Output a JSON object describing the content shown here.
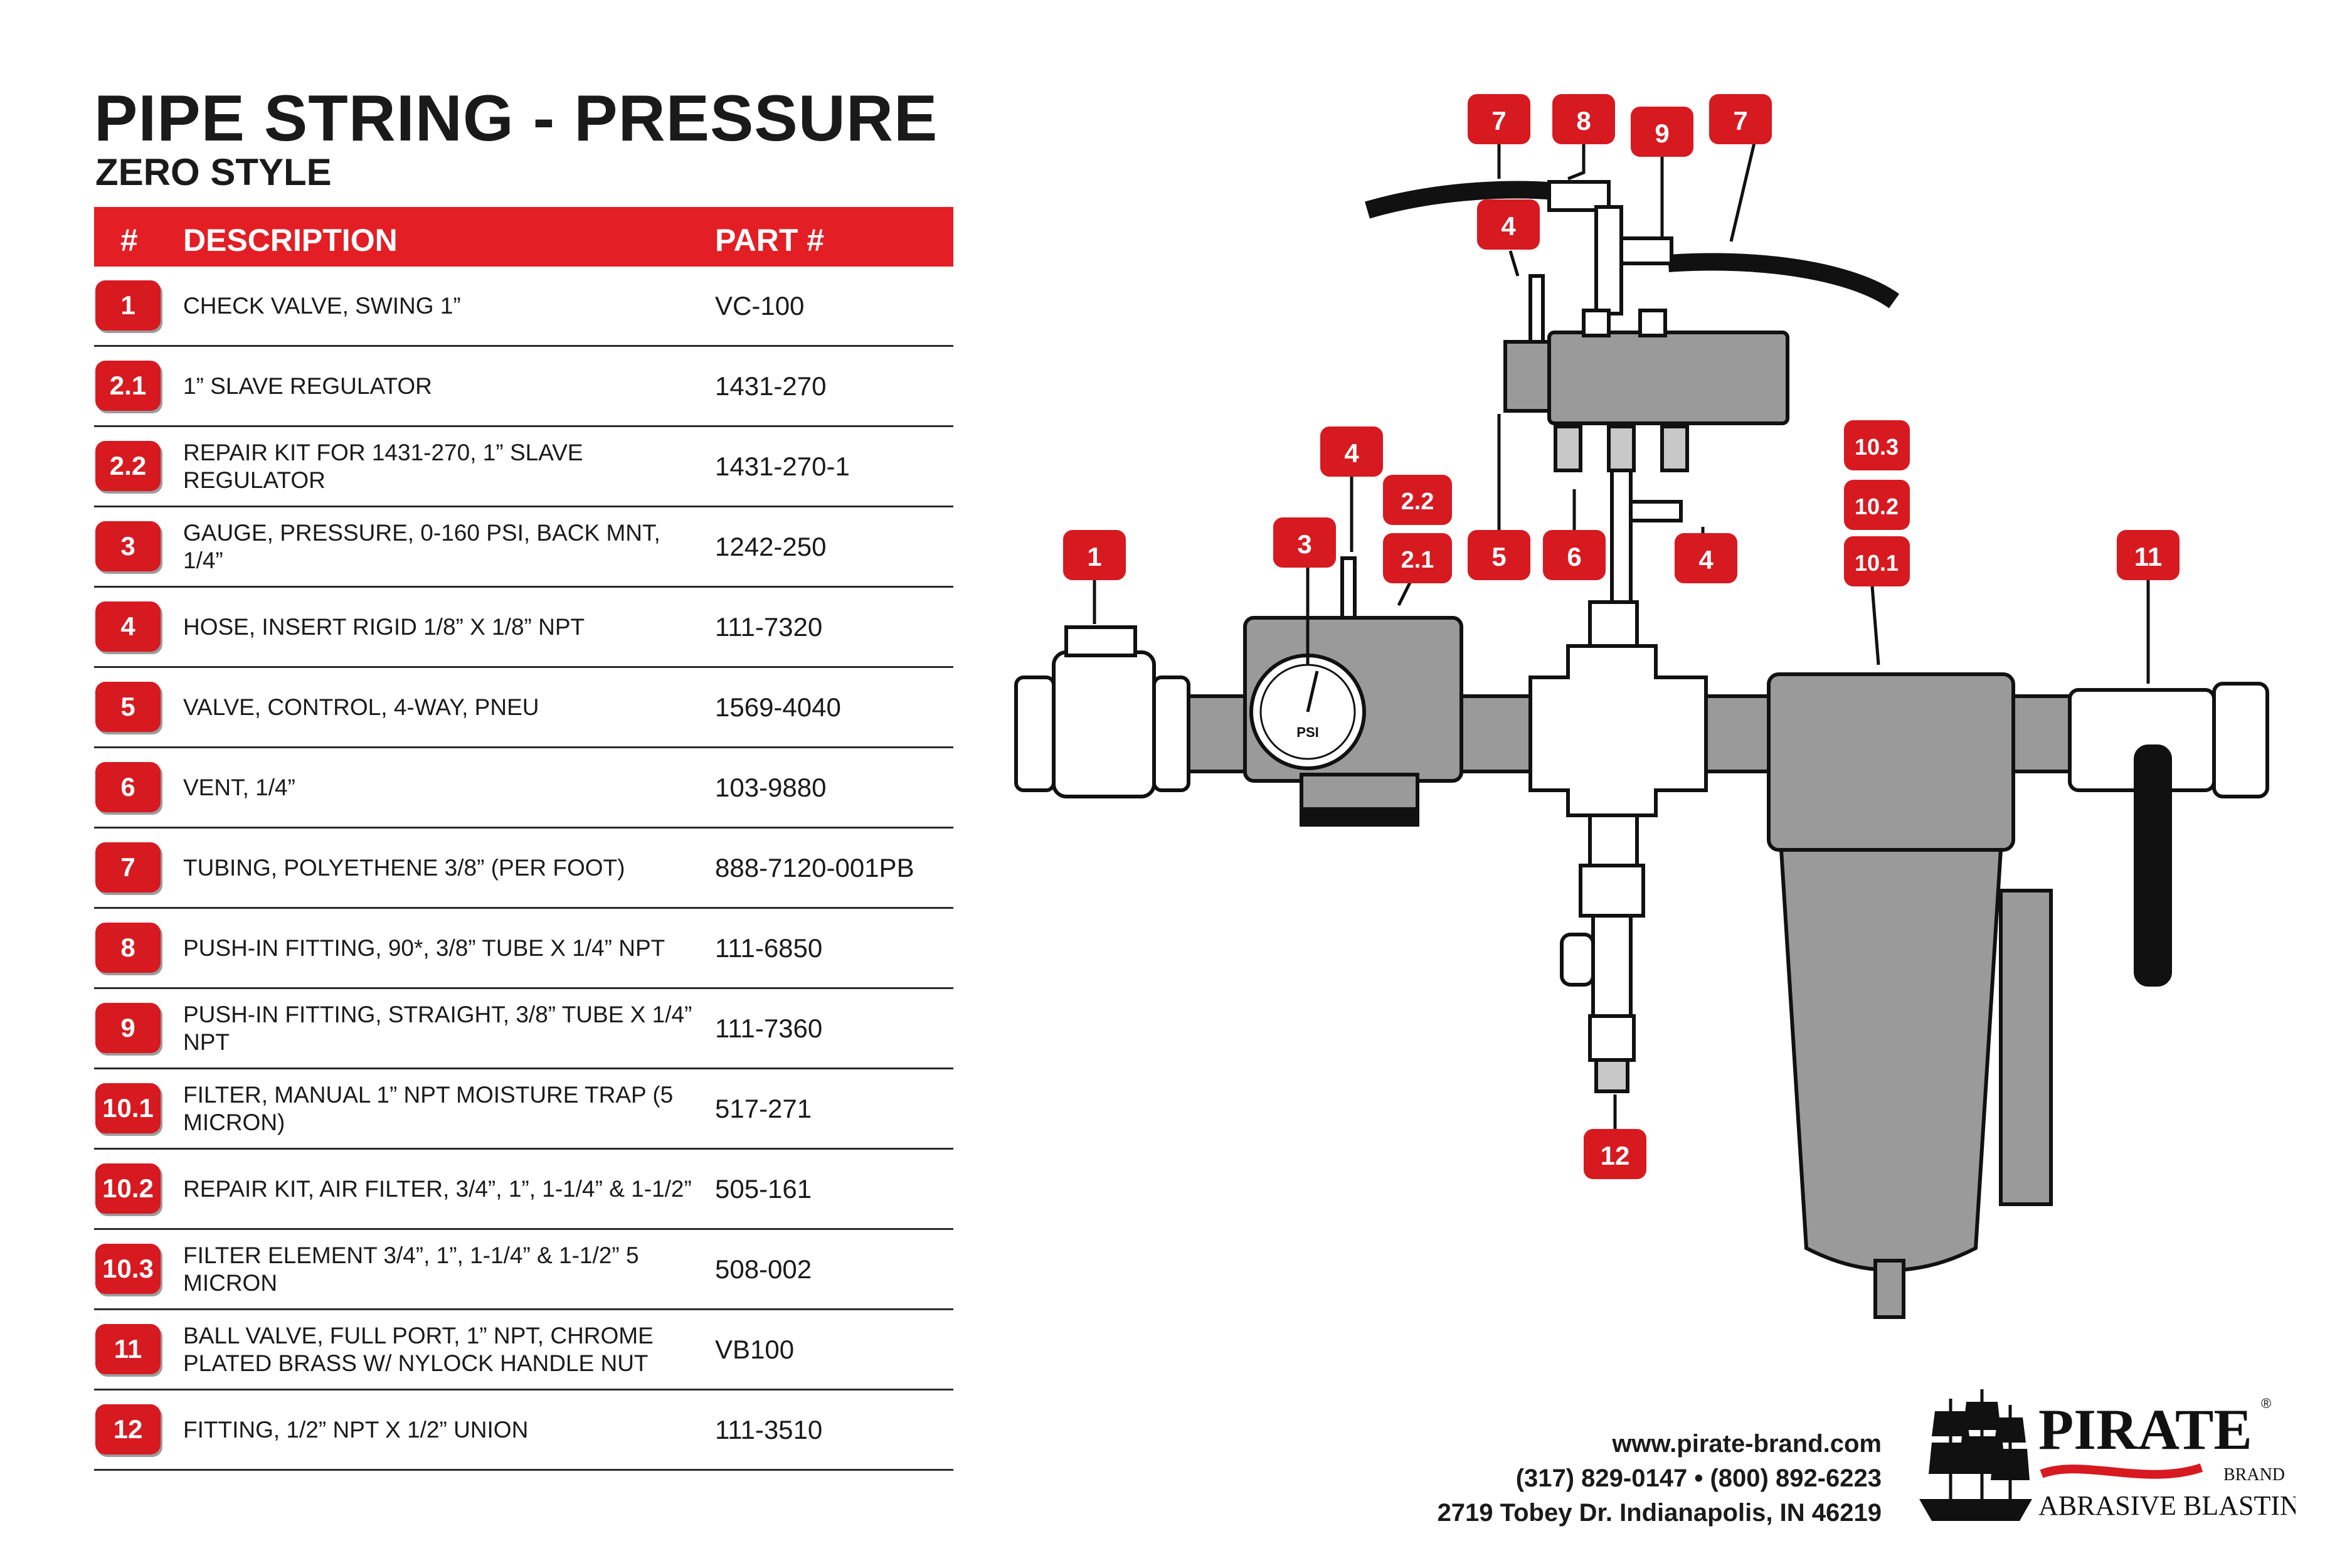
{
  "header": {
    "title": "PIPE STRING - PRESSURE",
    "subtitle": "ZERO STYLE"
  },
  "table": {
    "col_num": "#",
    "col_desc": "DESCRIPTION",
    "col_part": "PART #",
    "rows": [
      {
        "num": "1",
        "desc": "CHECK VALVE, SWING 1”",
        "part": "VC-100"
      },
      {
        "num": "2.1",
        "desc": "1” SLAVE REGULATOR",
        "part": "1431-270"
      },
      {
        "num": "2.2",
        "desc": "REPAIR KIT FOR 1431-270, 1” SLAVE REGULATOR",
        "part": "1431-270-1"
      },
      {
        "num": "3",
        "desc": "GAUGE, PRESSURE, 0-160 PSI, BACK MNT, 1/4”",
        "part": "1242-250"
      },
      {
        "num": "4",
        "desc": "HOSE, INSERT RIGID 1/8” x 1/8” NPT",
        "part": "111-7320"
      },
      {
        "num": "5",
        "desc": "VALVE, CONTROL, 4-WAY, PNEU",
        "part": "1569-4040"
      },
      {
        "num": "6",
        "desc": "VENT, 1/4”",
        "part": "103-9880"
      },
      {
        "num": "7",
        "desc": "TUBING, POLYETHENE 3/8” (PER FOOT)",
        "part": "888-7120-001PB"
      },
      {
        "num": "8",
        "desc": "PUSH-IN FITTING, 90*, 3/8” TUBE  x 1/4” NPT",
        "part": "111-6850"
      },
      {
        "num": "9",
        "desc": "PUSH-IN FITTING, STRAIGHT, 3/8” TUBE  x 1/4” NPT",
        "part": "111-7360"
      },
      {
        "num": "10.1",
        "desc": "FILTER, MANUAL 1” NPT MOISTURE TRAP (5 MICRON)",
        "part": "517-271"
      },
      {
        "num": "10.2",
        "desc": "REPAIR KIT, AIR FILTER, 3/4”, 1”, 1-1/4” & 1-1/2”",
        "part": "505-161"
      },
      {
        "num": "10.3",
        "desc": "FILTER ELEMENT 3/4”, 1”, 1-1/4” & 1-1/2” 5 MICRON",
        "part": "508-002"
      },
      {
        "num": "11",
        "desc": "BALL VALVE, FULL PORT, 1” NPT, CHROME PLATED BRASS W/ NYLOCK HANDLE NUT",
        "part": "VB100"
      },
      {
        "num": "12",
        "desc": "FITTING, 1/2” NPT x 1/2” UNION",
        "part": "111-3510"
      }
    ]
  },
  "diagram": {
    "gauge_label": "PSI",
    "callouts": {
      "c7a": "7",
      "c8": "8",
      "c9": "9",
      "c7b": "7",
      "c4a": "4",
      "c4b": "4",
      "c22": "2.2",
      "c21": "2.1",
      "c3": "3",
      "c1": "1",
      "c5": "5",
      "c6": "6",
      "c4c": "4",
      "c103": "10.3",
      "c102": "10.2",
      "c101": "10.1",
      "c11": "11",
      "c12": "12"
    }
  },
  "contact": {
    "website": "www.pirate-brand.com",
    "phones": "(317) 829-0147 • (800) 892-6223",
    "address": "2719 Tobey Dr. Indianapolis, IN 46219"
  },
  "logo": {
    "name": "PIRATE",
    "registered": "®",
    "brand": "BRAND",
    "tagline": "ABRASIVE BLASTING"
  },
  "colors": {
    "accent_red": "#d71920",
    "header_red": "#e31e24",
    "part_gray": "#9a9a9a",
    "outline": "#111111"
  }
}
